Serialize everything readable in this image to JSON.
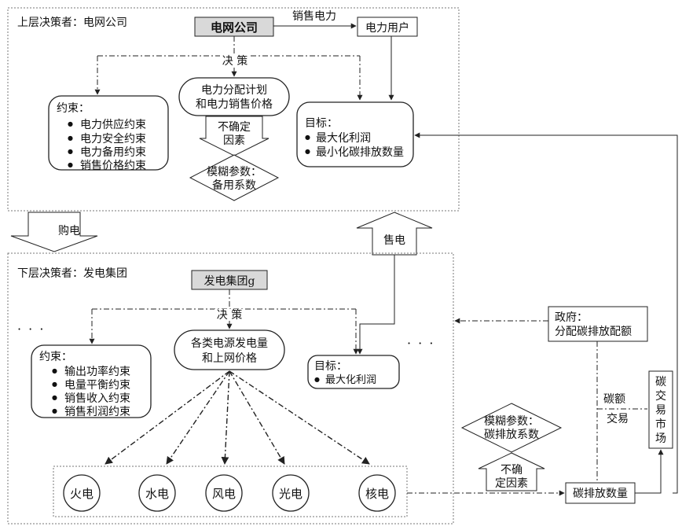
{
  "upper": {
    "section_label": "上层决策者：电网公司",
    "company": "电网公司",
    "sell_power": "销售电力",
    "users": "电力用户",
    "decision": "决 策",
    "plan": [
      "电力分配计划",
      "和电力销售价格"
    ],
    "uncertain": [
      "不确定",
      "因素"
    ],
    "fuzzy": [
      "模糊参数：",
      "备用系数"
    ],
    "constraints": {
      "title": "约束：",
      "items": [
        "电力供应约束",
        "电力安全约束",
        "电力备用约束",
        "销售价格约束"
      ]
    },
    "objectives": {
      "title": "目标：",
      "items": [
        "最大化利润",
        "最小化碳排放数量"
      ]
    }
  },
  "buy_power": "购电",
  "sell_power_up": "售电",
  "lower": {
    "section_label": "下层决策者：发电集团",
    "group": "发电集团g",
    "decision": "决 策",
    "plan": [
      "各类电源发电量",
      "和上网价格"
    ],
    "dots": "· · ·",
    "constraints": {
      "title": "约束：",
      "items": [
        "输出功率约束",
        "电量平衡约束",
        "销售收入约束",
        "销售利润约束"
      ]
    },
    "objectives": {
      "title": "目标：",
      "items": [
        "最大化利润"
      ]
    },
    "sources": [
      "火电",
      "水电",
      "风电",
      "光电",
      "核电"
    ]
  },
  "government": [
    "政府：",
    "分配碳排放配额"
  ],
  "carbon_trade": [
    "碳额",
    "交易"
  ],
  "carbon_market": [
    "碳",
    "交",
    "易",
    "市",
    "场"
  ],
  "lower_fuzzy": [
    "模糊参数：",
    "碳排放系数"
  ],
  "lower_uncertain": [
    "不确",
    "定因素"
  ],
  "carbon_amount": "碳排放数量",
  "bullet_char": "●",
  "colors": {
    "line": "#222222",
    "box_gray": "#d9d9d9",
    "section_border": "#777777"
  }
}
